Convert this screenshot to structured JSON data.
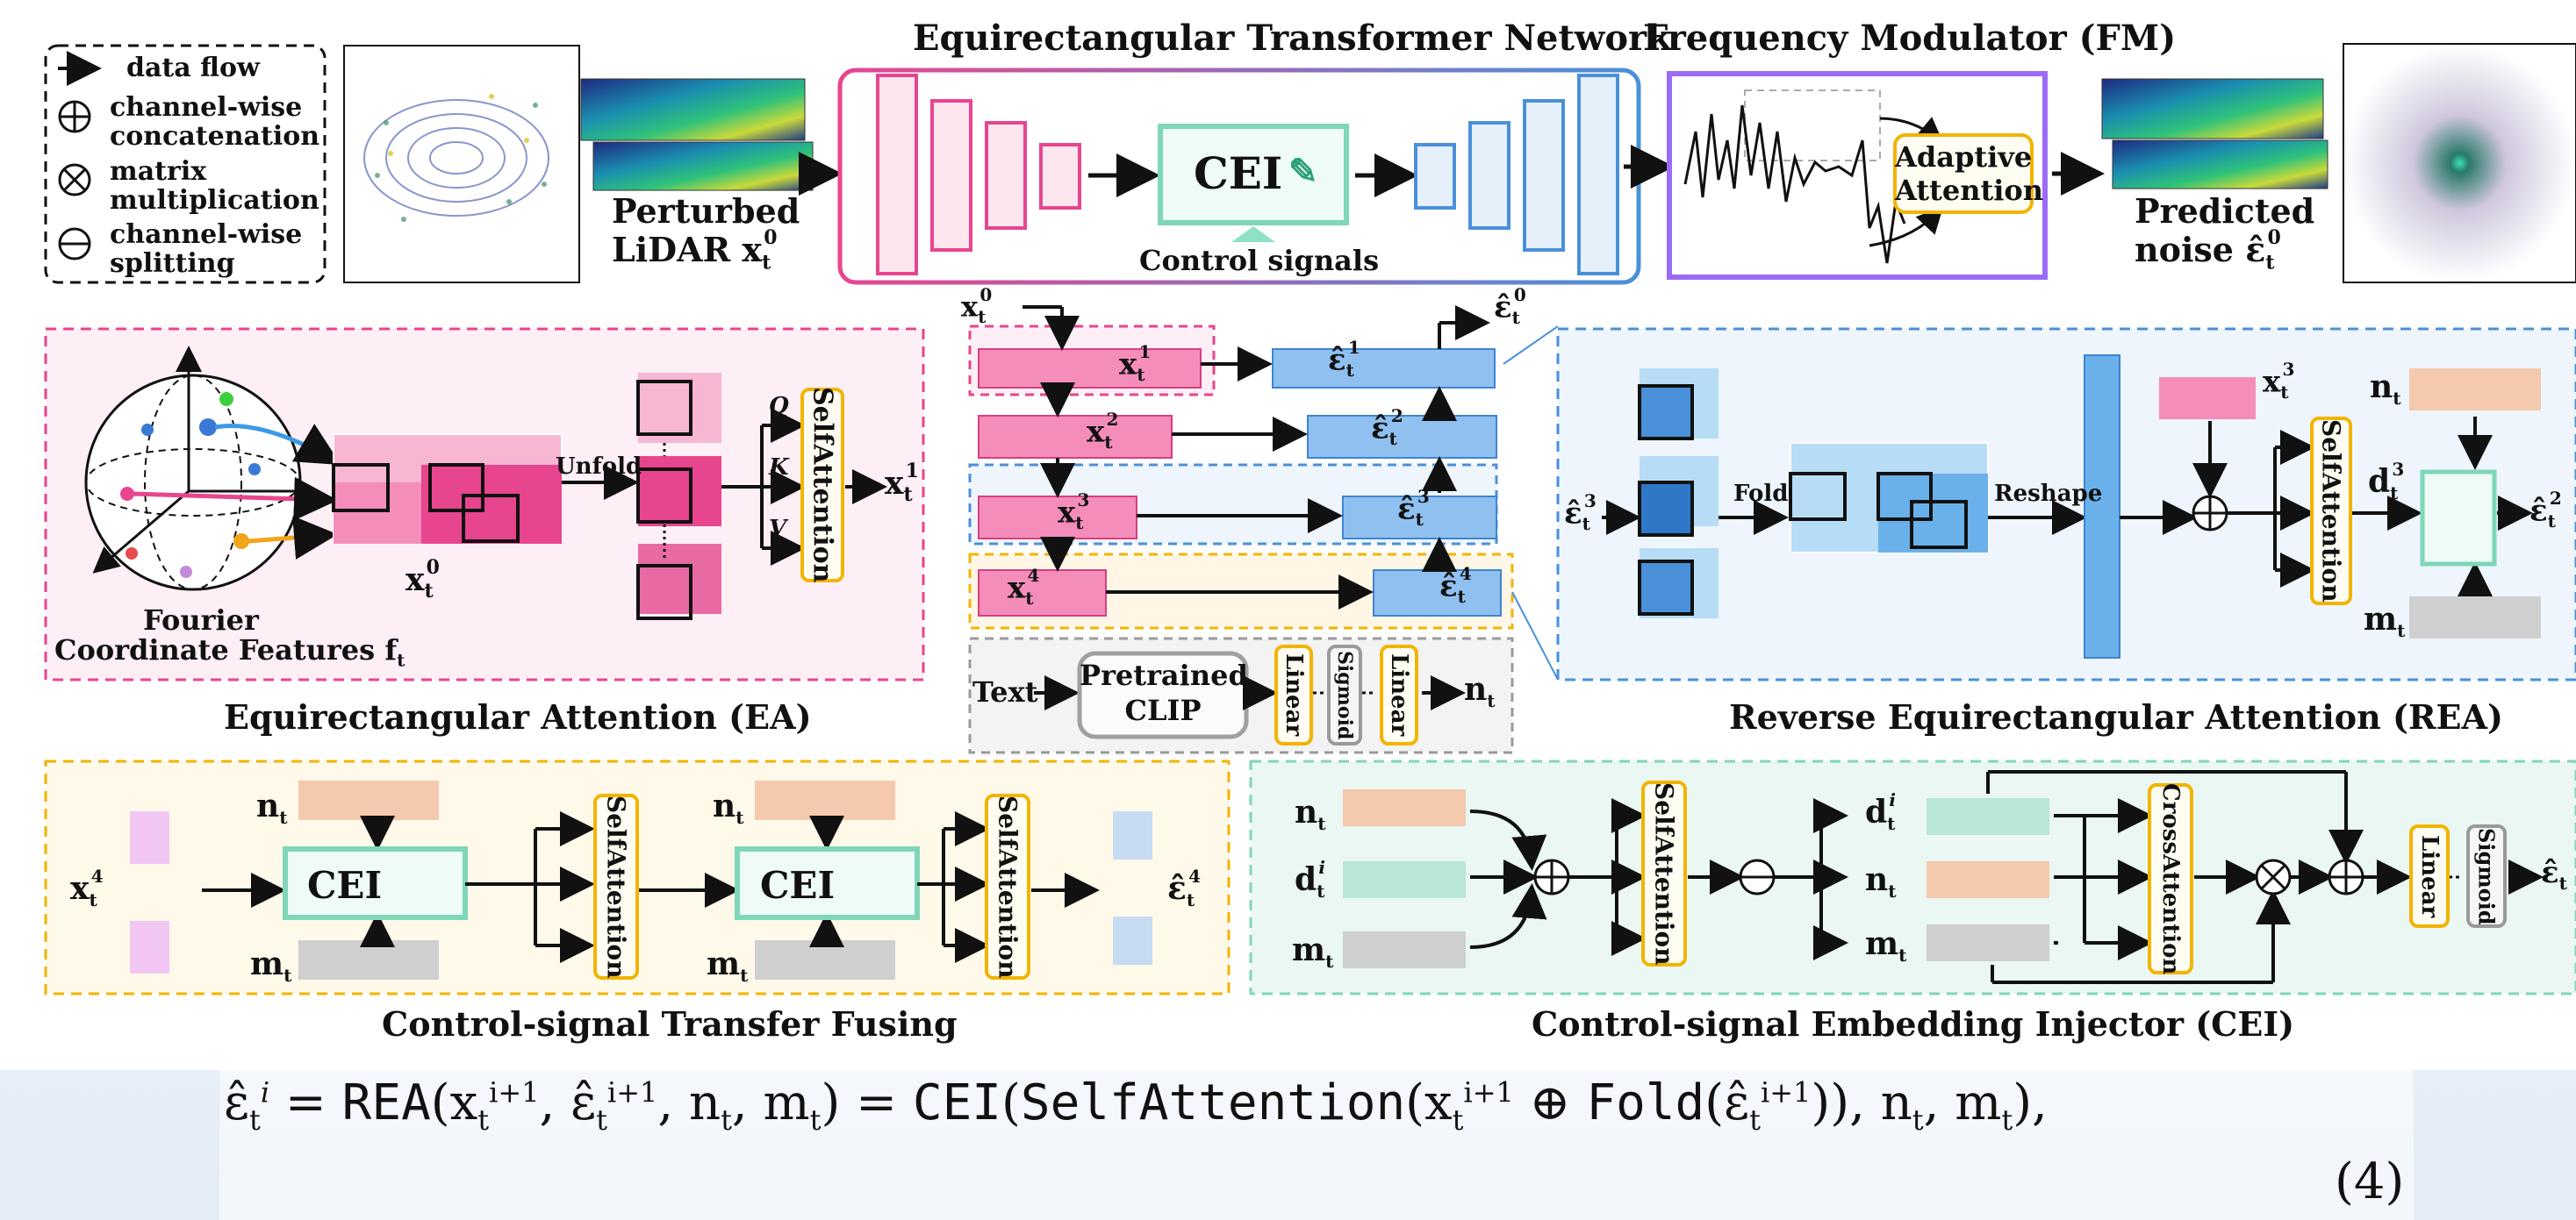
{
  "legend": {
    "items": [
      {
        "icon": "arrow-icon",
        "label": "data flow"
      },
      {
        "icon": "oplus-icon",
        "label_line1": "channel-wise",
        "label_line2": "concatenation"
      },
      {
        "icon": "otimes-icon",
        "label_line1": "matrix",
        "label_line2": "multiplication"
      },
      {
        "icon": "ominus-icon",
        "label_line1": "channel-wise",
        "label_line2": "splitting"
      }
    ]
  },
  "top": {
    "perturbed_label_line1": "Perturbed",
    "perturbed_label_line2": "LiDAR x",
    "etn_title": "Equirectangular Transformer Network",
    "cei_label": "CEI",
    "control_signals": "Control signals",
    "fm_title": "Frequency Modulator (FM)",
    "adaptive_attention_line1": "Adaptive",
    "adaptive_attention_line2": "Attention",
    "predicted_line1": "Predicted",
    "predicted_line2": "noise ε̂"
  },
  "ea": {
    "title": "Equirectangular Attention (EA)",
    "fourier_line1": "Fourier",
    "fourier_line2": "Coordinate Features f",
    "x0": "x",
    "unfold": "Unfold",
    "selfattention": "SelfAttention",
    "q": "Q",
    "k": "K",
    "v": "V",
    "x1": "x"
  },
  "pyramid": {
    "x0": "x",
    "x1": "x",
    "x2": "x",
    "x3": "x",
    "x4": "x",
    "e0": "ε̂",
    "e1": "ε̂",
    "e2": "ε̂",
    "e3": "ε̂",
    "e4": "ε̂",
    "text": "Text",
    "clip_line1": "Pretrained",
    "clip_line2": "CLIP",
    "linear": "Linear",
    "sigmoid": "Sigmoid",
    "nt": "n"
  },
  "rea": {
    "title": "Reverse Equirectangular Attention (REA)",
    "e3": "ε̂",
    "fold": "Fold",
    "reshape": "Reshape",
    "x3": "x",
    "nt": "n",
    "mt": "m",
    "d3": "d",
    "selfattention": "SelfAttention",
    "e2": "ε̂"
  },
  "ctf": {
    "title": "Control-signal Transfer Fusing",
    "x4": "x",
    "e4": "ε̂",
    "cei": "CEI",
    "nt": "n",
    "mt": "m",
    "selfattention": "SelfAttention"
  },
  "cei": {
    "title": "Control-signal Embedding Injector (CEI)",
    "nt": "n",
    "dt": "d",
    "mt": "m",
    "selfattention": "SelfAttention",
    "crossattention": "CrossAttention",
    "linear": "Linear",
    "sigmoid": "Sigmoid",
    "ei": "ε̂"
  },
  "equation": {
    "lhs": "ε̂",
    "rea": "REA",
    "cei": "CEI",
    "selfattention": "SelfAttention",
    "fold": "Fold",
    "number": "(4)"
  },
  "colors": {
    "pink": "#e8458f",
    "blue": "#4a90d9",
    "yellow": "#f2b400",
    "purple": "#8a5cf0",
    "teal": "#7fd6b8"
  }
}
